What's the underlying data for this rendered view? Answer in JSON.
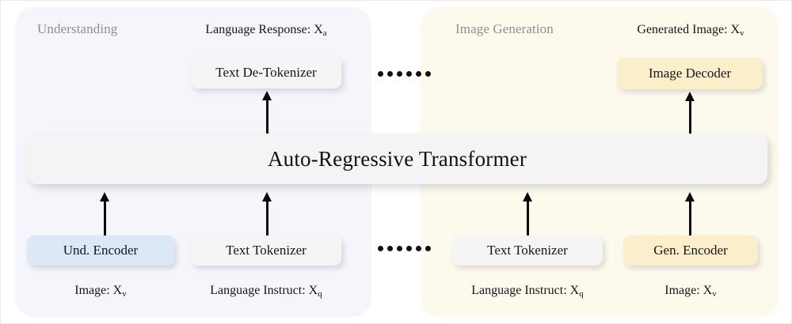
{
  "panels": {
    "understanding": {
      "title": "Understanding",
      "color": "#f5f6fb"
    },
    "generation": {
      "title": "Image Generation",
      "color": "#fdfaed"
    }
  },
  "core": {
    "label": "Auto-Regressive Transformer",
    "color": "#f4f4f5"
  },
  "captions": {
    "language_response": "Language Response: X",
    "language_response_sub": "a",
    "generated_image": "Generated Image: X",
    "generated_image_sub": "v",
    "image_left": "Image: X",
    "image_left_sub": "v",
    "language_instruct_left": "Language Instruct: X",
    "language_instruct_left_sub": "q",
    "language_instruct_right": "Language Instruct: X",
    "language_instruct_right_sub": "q",
    "image_right": "Image: X",
    "image_right_sub": "v"
  },
  "modules": {
    "text_detokenizer": {
      "label": "Text De-Tokenizer",
      "color": "#f5f5f5"
    },
    "image_decoder": {
      "label": "Image Decoder",
      "color": "#faeecb"
    },
    "und_encoder": {
      "label": "Und. Encoder",
      "color": "#dce7f7"
    },
    "text_tokenizer_left": {
      "label": "Text Tokenizer",
      "color": "#f5f5f5"
    },
    "text_tokenizer_right": {
      "label": "Text Tokenizer",
      "color": "#f5f5f5"
    },
    "gen_encoder": {
      "label": "Gen. Encoder",
      "color": "#faeecb"
    }
  },
  "ellipsis": {
    "dot_count": 6,
    "color": "#101014"
  }
}
